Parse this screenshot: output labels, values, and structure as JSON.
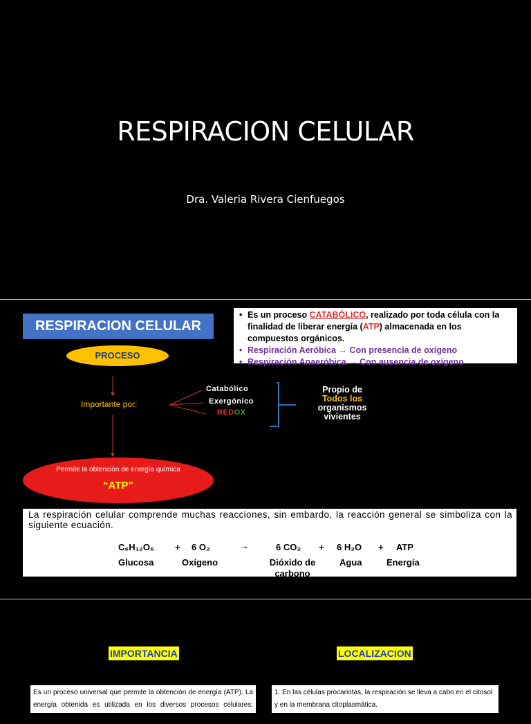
{
  "slide1": {
    "title": "RESPIRACION CELULAR",
    "author": "Dra. Valeria Rivera Cienfuegos"
  },
  "slide2": {
    "banner": "RESPIRACION CELULAR",
    "info": {
      "line1_a": "Es un proceso ",
      "line1_b": "CATABÓLICO",
      "line1_c": ", realizado por toda célula con la finalidad de liberar energía (",
      "line1_d": "ATP",
      "line1_e": ") almacenada en los compuestos orgánicos.",
      "line2": "Respiración Aeróbica → Con presencia de oxígeno",
      "line3": "Respiración Anaeróbica → Con ausencia de oxígeno"
    },
    "proceso": "PROCESO",
    "importante": "Importante por:",
    "catabolico": "Catabólico",
    "exergonico": "Exergónico",
    "redox_red": "RED",
    "redox_ox": "OX",
    "propio_1": "Propio de",
    "propio_2": "Todos los",
    "propio_3": "organismos",
    "propio_4": "vivientes",
    "permite": "Permite la obtención de energía química",
    "atp": "“ATP”",
    "intro": "La respiración celular comprende muchas reacciones, sin embardo, la reacción general se simboliza con la siguiente ecuación.",
    "equation": {
      "glucose": "C₆H₁₂O₆",
      "plus1": "+",
      "oxygen": "6 O₂",
      "arrow": "→",
      "co2": "6 CO₂",
      "plus2": "+",
      "water": "6 H₂O",
      "plus3": "+",
      "atp": "ATP",
      "glucose_label": "Glucosa",
      "oxygen_label": "Oxígeno",
      "co2_label": "Dióxido de carbono",
      "water_label": "Agua",
      "energy_label": "Energía"
    }
  },
  "slide3": {
    "importancia": "IMPORTANCIA",
    "localizacion": "LOCALIZACION",
    "importancia_text": "Es un proceso universal que permite la obtención de energía (ATP). La energía obtenida es utilizada en los diversos procesos celulares: transporte activo por las membranas,",
    "localizacion_text": "1. En las células procariotas, la respiración se lleva a cabo en el citosol y en la membrana citoplasmática."
  },
  "colors": {
    "banner": "#4472c4",
    "proceso": "#ffc000",
    "atp_oval": "#e81b1b",
    "highlight": "#ffff00",
    "accent_text": "#1f3fbf"
  }
}
